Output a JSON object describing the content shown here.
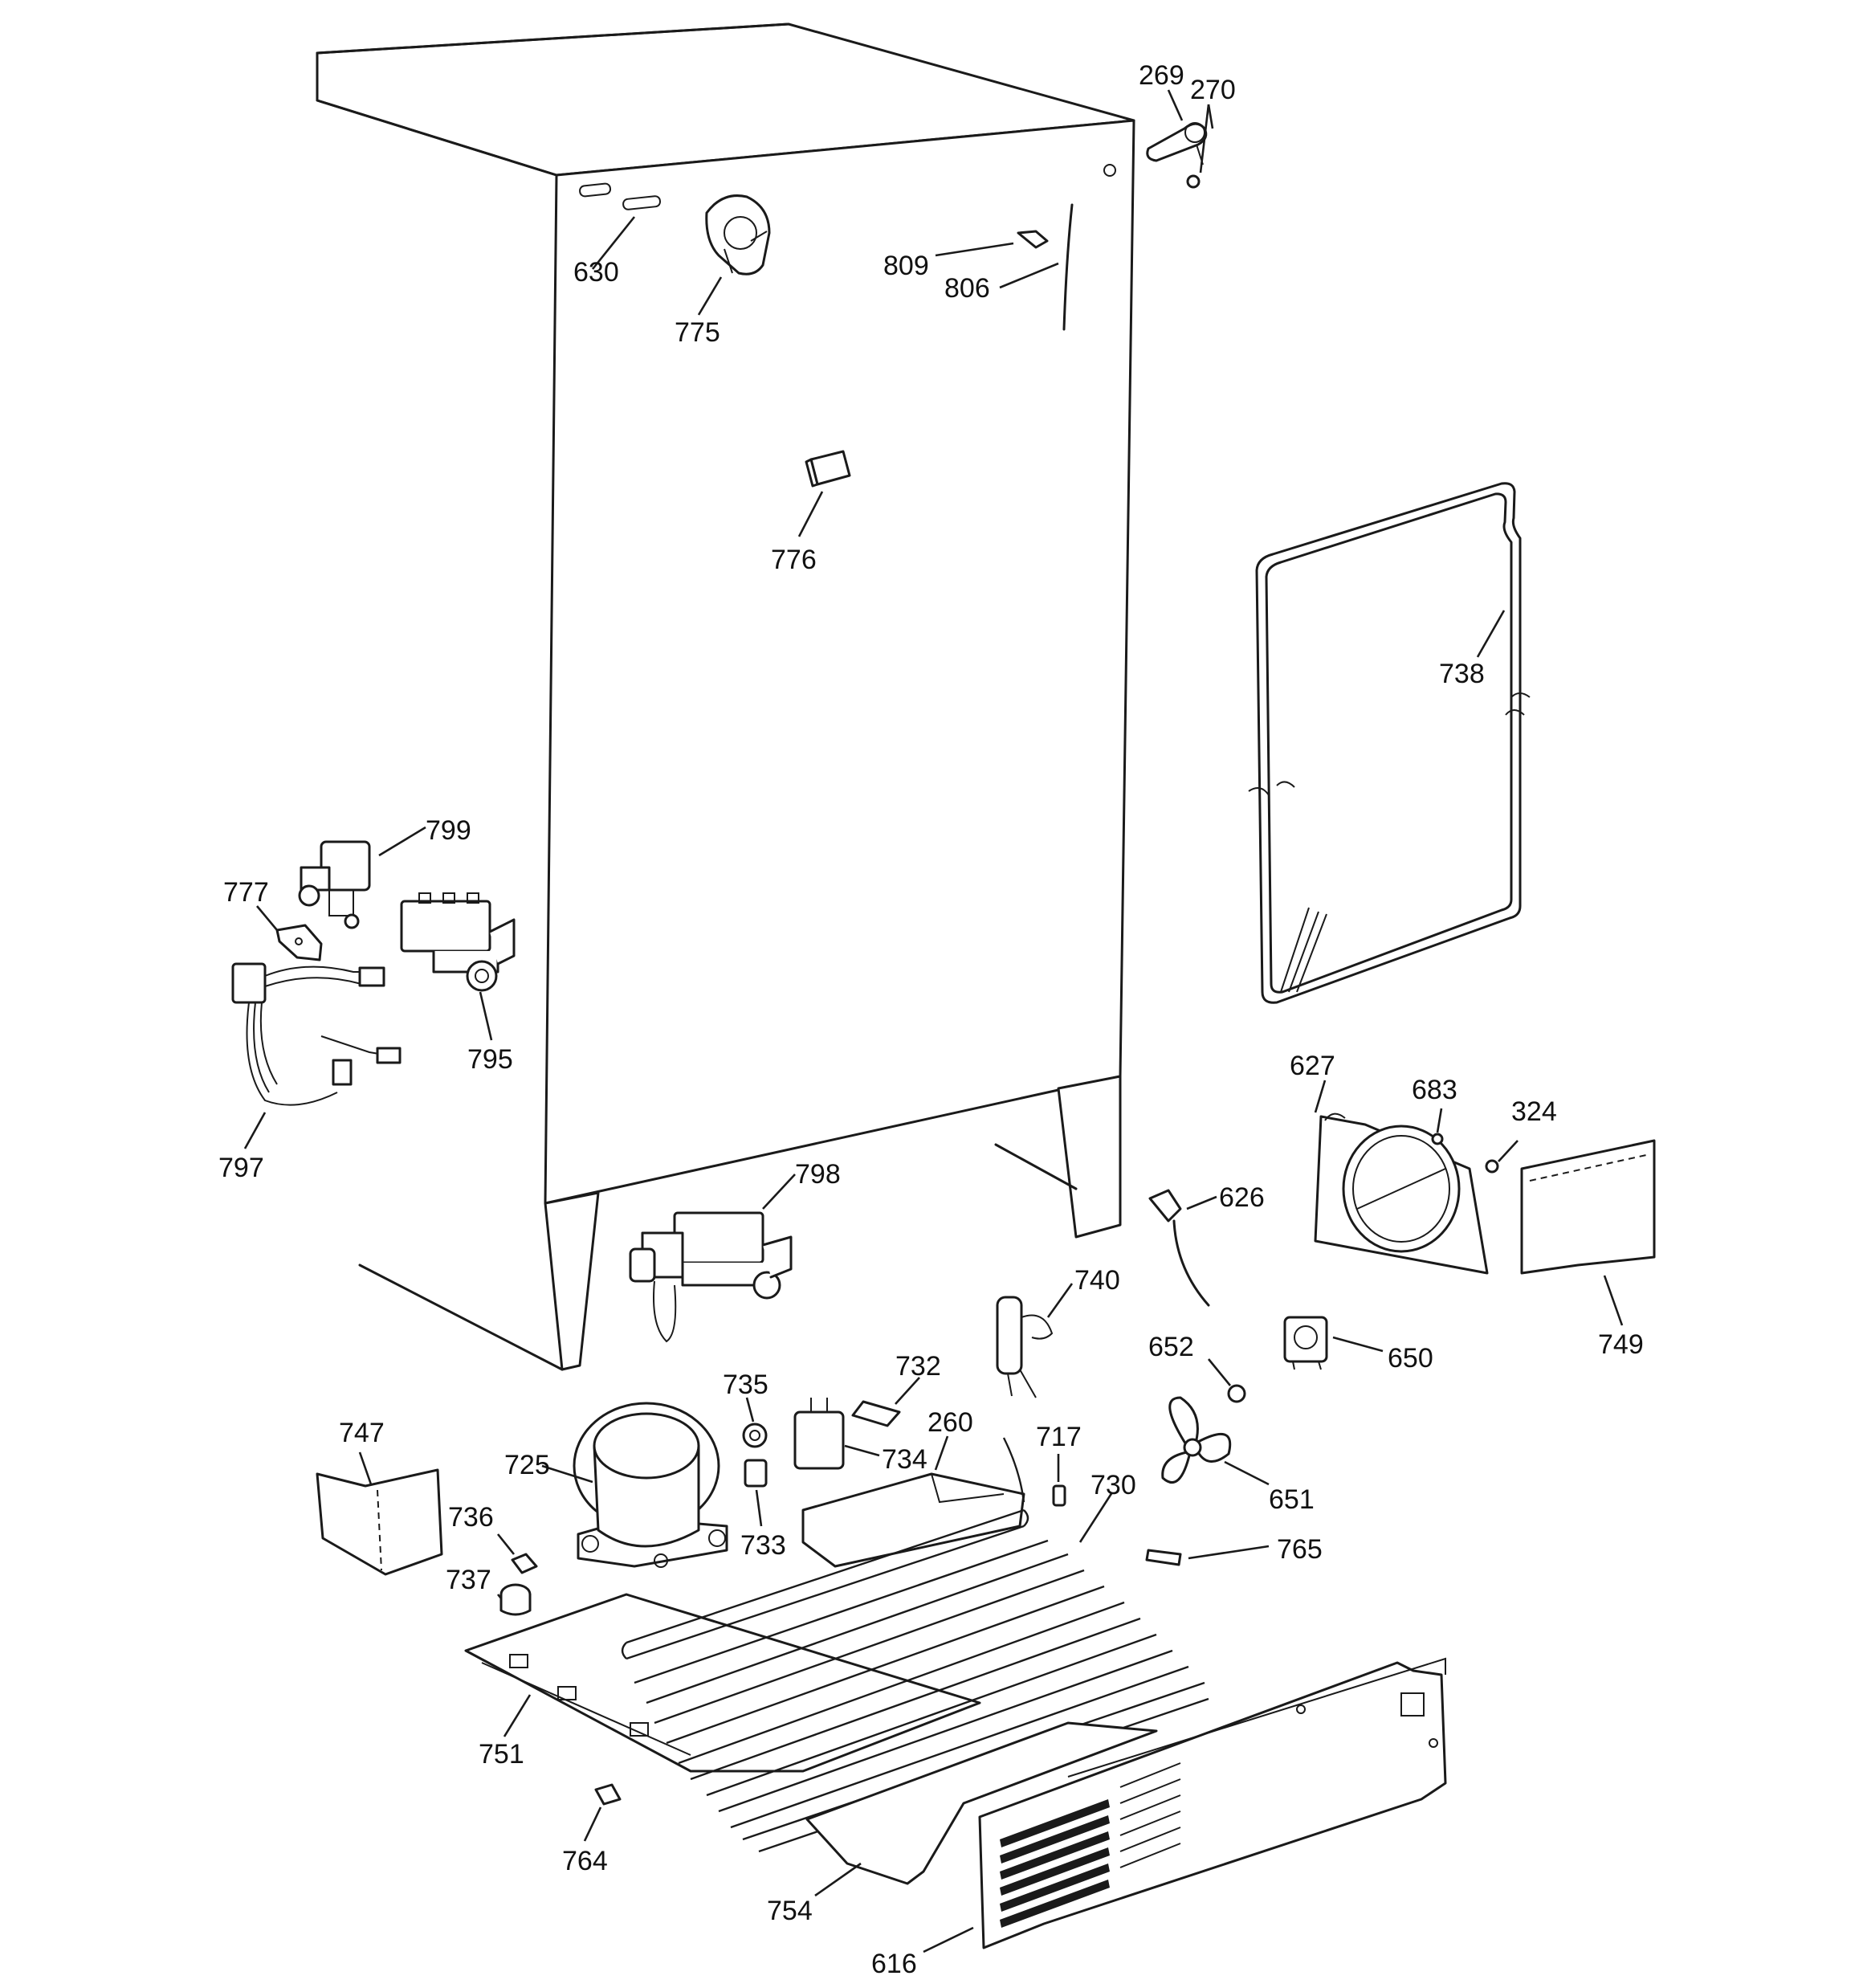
{
  "diagram": {
    "parts": [
      {
        "id": "269",
        "name": "part-269",
        "label": "269"
      },
      {
        "id": "270",
        "name": "part-270",
        "label": "270"
      },
      {
        "id": "630",
        "name": "part-630",
        "label": "630"
      },
      {
        "id": "775",
        "name": "part-775",
        "label": "775"
      },
      {
        "id": "809",
        "name": "part-809",
        "label": "809"
      },
      {
        "id": "806",
        "name": "part-806",
        "label": "806"
      },
      {
        "id": "776",
        "name": "part-776",
        "label": "776"
      },
      {
        "id": "738",
        "name": "part-738",
        "label": "738"
      },
      {
        "id": "799",
        "name": "part-799",
        "label": "799"
      },
      {
        "id": "777",
        "name": "part-777",
        "label": "777"
      },
      {
        "id": "795",
        "name": "part-795",
        "label": "795"
      },
      {
        "id": "797",
        "name": "part-797",
        "label": "797"
      },
      {
        "id": "798",
        "name": "part-798",
        "label": "798"
      },
      {
        "id": "627",
        "name": "part-627",
        "label": "627"
      },
      {
        "id": "683",
        "name": "part-683",
        "label": "683"
      },
      {
        "id": "324",
        "name": "part-324",
        "label": "324"
      },
      {
        "id": "626",
        "name": "part-626",
        "label": "626"
      },
      {
        "id": "740",
        "name": "part-740",
        "label": "740"
      },
      {
        "id": "749",
        "name": "part-749",
        "label": "749"
      },
      {
        "id": "652",
        "name": "part-652",
        "label": "652"
      },
      {
        "id": "650",
        "name": "part-650",
        "label": "650"
      },
      {
        "id": "732",
        "name": "part-732",
        "label": "732"
      },
      {
        "id": "735",
        "name": "part-735",
        "label": "735"
      },
      {
        "id": "260",
        "name": "part-260",
        "label": "260"
      },
      {
        "id": "747",
        "name": "part-747",
        "label": "747"
      },
      {
        "id": "725",
        "name": "part-725",
        "label": "725"
      },
      {
        "id": "734",
        "name": "part-734",
        "label": "734"
      },
      {
        "id": "717",
        "name": "part-717",
        "label": "717"
      },
      {
        "id": "651",
        "name": "part-651",
        "label": "651"
      },
      {
        "id": "730",
        "name": "part-730",
        "label": "730"
      },
      {
        "id": "736",
        "name": "part-736",
        "label": "736"
      },
      {
        "id": "733",
        "name": "part-733",
        "label": "733"
      },
      {
        "id": "765",
        "name": "part-765",
        "label": "765"
      },
      {
        "id": "737",
        "name": "part-737",
        "label": "737"
      },
      {
        "id": "751",
        "name": "part-751",
        "label": "751"
      },
      {
        "id": "764",
        "name": "part-764",
        "label": "764"
      },
      {
        "id": "754",
        "name": "part-754",
        "label": "754"
      },
      {
        "id": "616",
        "name": "part-616",
        "label": "616"
      }
    ]
  }
}
